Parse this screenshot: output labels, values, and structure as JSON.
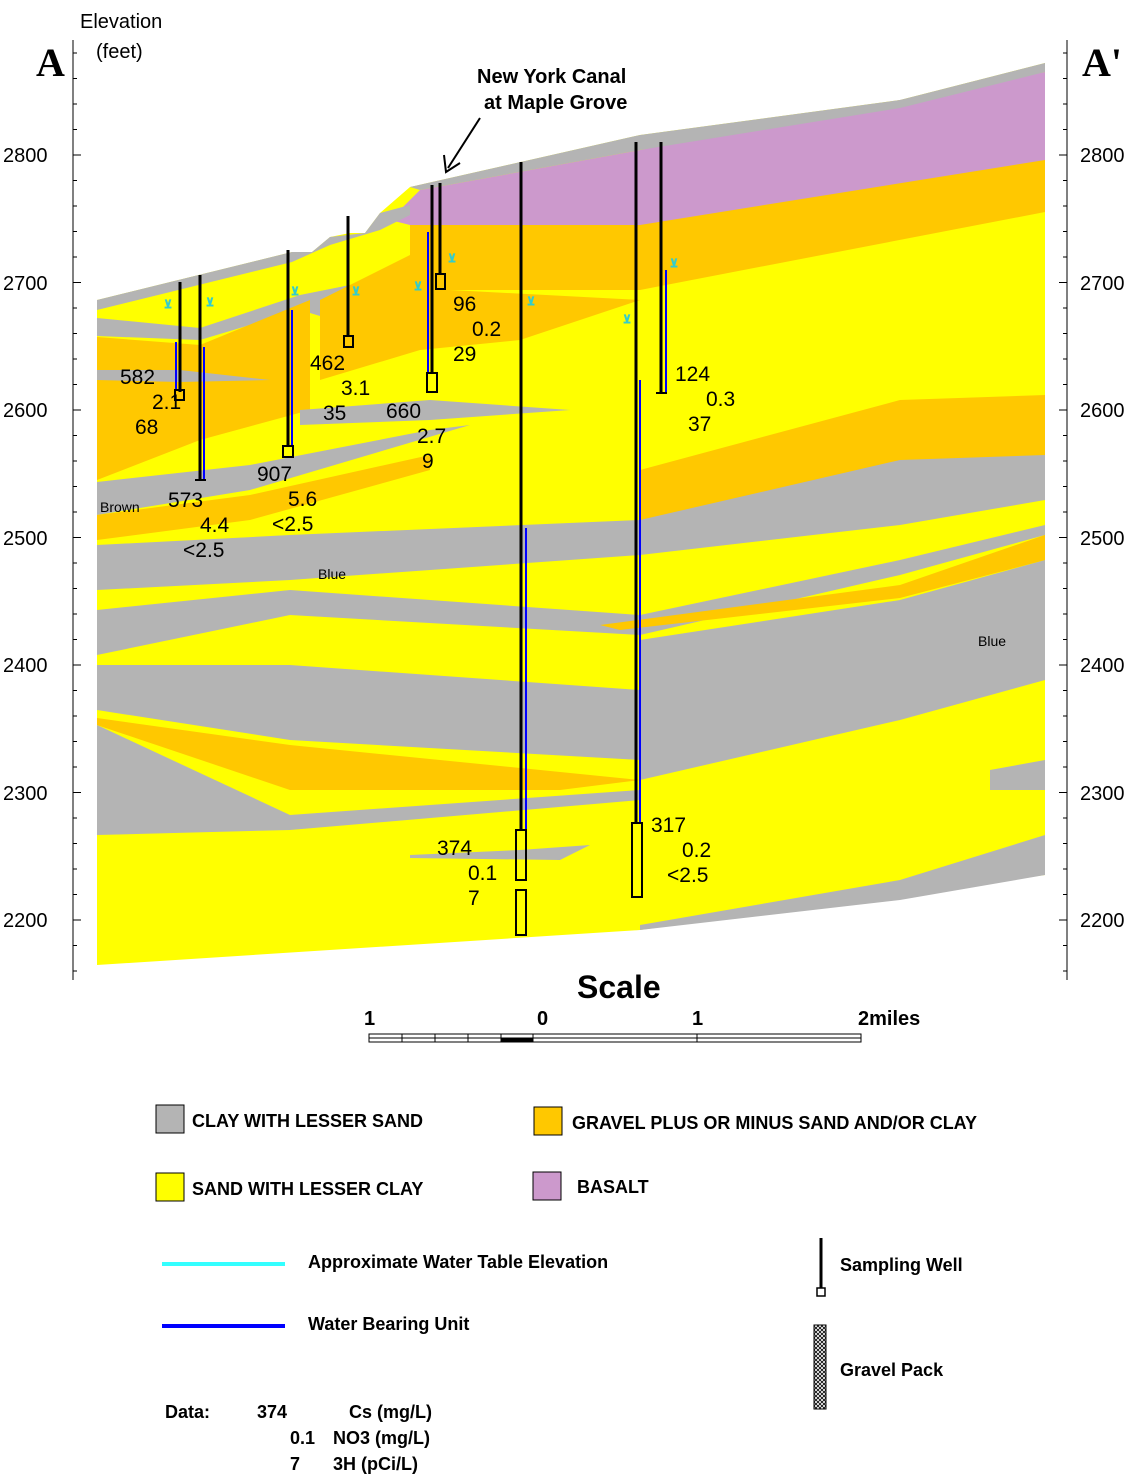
{
  "axis": {
    "title_line1": "Elevation",
    "title_line2": "(feet)",
    "ticks": [
      "2800",
      "2700",
      "2600",
      "2500",
      "2400",
      "2300",
      "2200"
    ]
  },
  "section": {
    "left_label": "A",
    "right_label": "A'"
  },
  "callout": {
    "line1": "New York Canal",
    "line2": "at Maple Grove"
  },
  "unit_labels": {
    "brown": "Brown",
    "blue_center": "Blue",
    "blue_right": "Blue"
  },
  "wells": [
    {
      "cs": "582",
      "no3": "2.1",
      "h3": "68"
    },
    {
      "cs": "573",
      "no3": "4.4",
      "h3": "<2.5"
    },
    {
      "cs": "907",
      "no3": "5.6",
      "h3": "<2.5"
    },
    {
      "cs": "462",
      "no3": "3.1",
      "h3": "35"
    },
    {
      "cs": "660",
      "no3": "2.7",
      "h3": "9"
    },
    {
      "cs": "96",
      "no3": "0.2",
      "h3": "29"
    },
    {
      "cs": "124",
      "no3": "0.3",
      "h3": "37"
    },
    {
      "cs": "374",
      "no3": "0.1",
      "h3": "7"
    },
    {
      "cs": "317",
      "no3": "0.2",
      "h3": "<2.5"
    }
  ],
  "scale": {
    "title": "Scale",
    "labels": [
      "1",
      "0",
      "1",
      "2miles"
    ]
  },
  "legend": {
    "clay": "CLAY WITH LESSER SAND",
    "gravel": "GRAVEL PLUS OR MINUS SAND AND/OR CLAY",
    "sand": "SAND WITH LESSER CLAY",
    "basalt": "BASALT",
    "water_table": "Approximate Water Table Elevation",
    "water_bearing": "Water Bearing Unit",
    "sampling_well": "Sampling Well",
    "gravel_pack": "Gravel Pack"
  },
  "data_key": {
    "heading": "Data:",
    "cs_value": "374",
    "cs_label": "Cs (mg/L)",
    "no3_value": "0.1",
    "no3_label": "NO3 (mg/L)",
    "h3_value": "7",
    "h3_label": "3H (pCi/L)"
  },
  "colors": {
    "clay": "#b4b4b4",
    "gravel": "#ffc800",
    "sand": "#ffff00",
    "basalt": "#cc99cc",
    "water_table": "#33ffff",
    "water_bearing": "#0000ff"
  }
}
